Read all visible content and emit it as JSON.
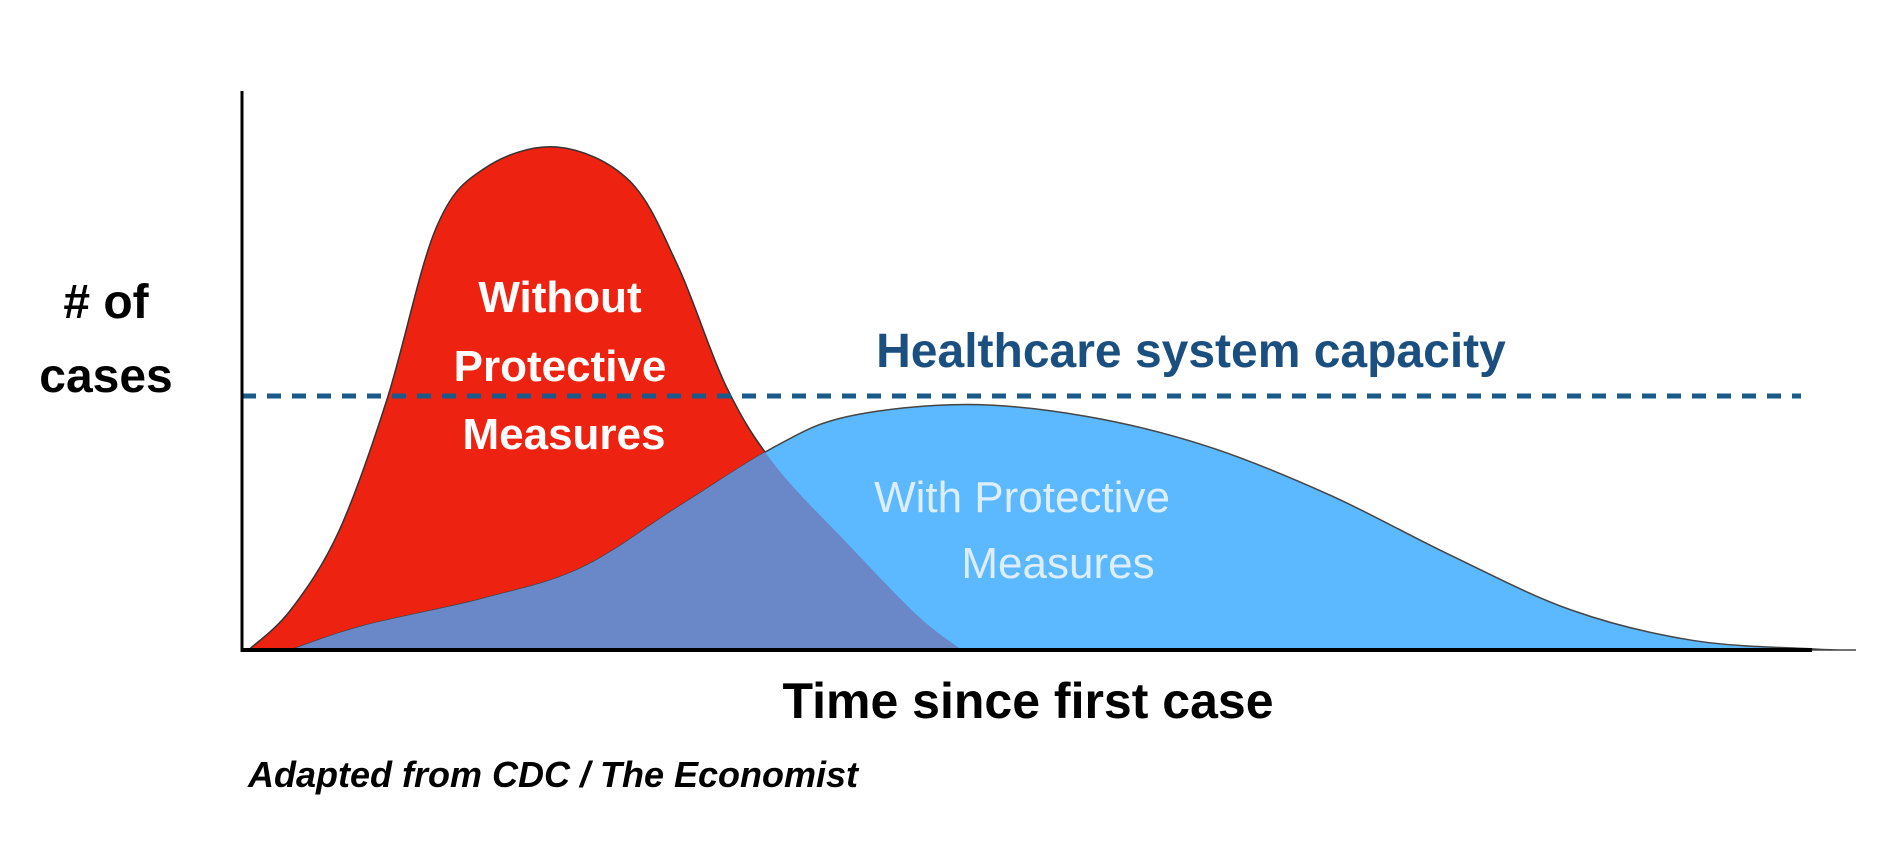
{
  "chart_data": {
    "type": "area",
    "title": "",
    "xlabel": "Time since first case",
    "ylabel": "# of cases",
    "ylabel_lines": [
      "# of",
      "cases"
    ],
    "xlim": [
      0,
      100
    ],
    "ylim": [
      0,
      100
    ],
    "grid": false,
    "series": [
      {
        "name": "Without Protective Measures",
        "label_lines": [
          "Without",
          "Protective",
          "Measures"
        ],
        "color": "#ee2211",
        "points": [
          [
            0.4,
            0
          ],
          [
            3,
            7.9
          ],
          [
            6,
            23.6
          ],
          [
            9,
            50
          ],
          [
            12,
            83.7
          ],
          [
            15,
            95.7
          ],
          [
            19.5,
            100
          ],
          [
            24,
            93.3
          ],
          [
            27,
            76.4
          ],
          [
            30,
            52.4
          ],
          [
            33,
            36.8
          ],
          [
            37.5,
            21.2
          ],
          [
            41.9,
            6.7
          ],
          [
            44.6,
            0
          ]
        ]
      },
      {
        "name": "With Protective Measures",
        "label_lines": [
          "With Protective",
          "Measures"
        ],
        "color": "#5cb8ff",
        "points": [
          [
            3,
            0
          ],
          [
            7.5,
            4.8
          ],
          [
            15,
            10.3
          ],
          [
            21,
            16.3
          ],
          [
            27,
            28.4
          ],
          [
            33,
            40.4
          ],
          [
            37.5,
            46.4
          ],
          [
            44.9,
            48.8
          ],
          [
            52.4,
            46.4
          ],
          [
            59.9,
            40.4
          ],
          [
            67.4,
            30.8
          ],
          [
            74.9,
            18.8
          ],
          [
            82.4,
            7.9
          ],
          [
            89.9,
            1.9
          ],
          [
            97.4,
            0.2
          ],
          [
            100,
            0
          ]
        ]
      }
    ],
    "overlap_color": "#6a87c8",
    "capacity": {
      "label": "Healthcare system capacity",
      "value": 50.5,
      "color": "#1a5a8a"
    },
    "source": "Adapted from CDC / The Economist"
  }
}
